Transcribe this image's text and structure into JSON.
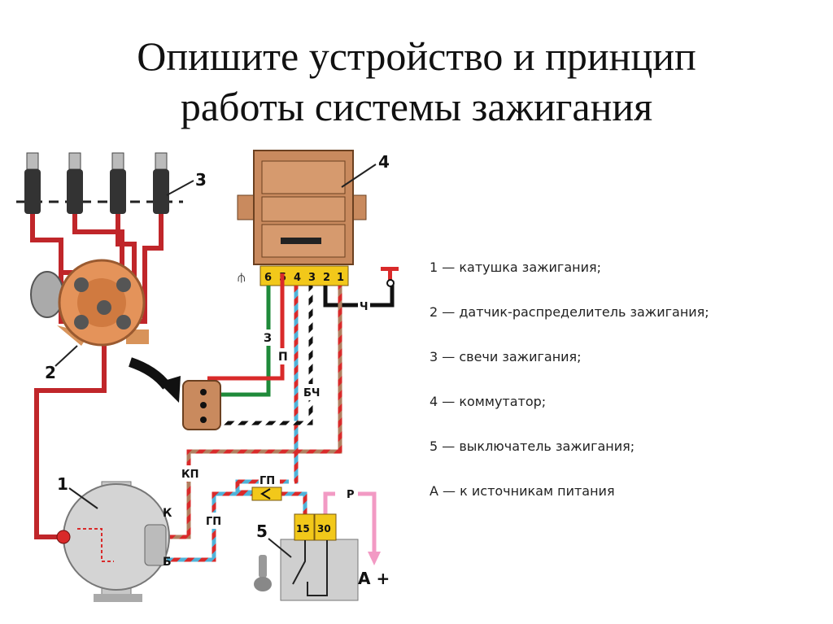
{
  "title": {
    "line1": "Опишите устройство и принцип",
    "line2": "работы системы зажигания"
  },
  "legend": [
    "1 — катушка зажигания;",
    "2 — датчик-распределитель зажигания;",
    "3 — свечи зажигания;",
    "4 — коммутатор;",
    "5 — выключатель зажигания;",
    "А — к источникам питания"
  ],
  "diagram": {
    "callouts": {
      "coil": "1",
      "distributor": "2",
      "plugs": "3",
      "commutator": "4",
      "switch": "5"
    },
    "commutator_pins": [
      "6",
      "5",
      "4",
      "3",
      "2",
      "1"
    ],
    "wire_labels": {
      "green": "З",
      "red": "П",
      "black_white": "БЧ",
      "black": "Ч",
      "red_brown": "КП",
      "blue_red_top": "ГП",
      "blue_red_left": "ГП",
      "pink": "Р"
    },
    "coil_terminals": {
      "k": "К",
      "b": "Б"
    },
    "switch_terminals": [
      "15",
      "30"
    ],
    "power": "А +"
  },
  "colors": {
    "brown": "#c98a5e",
    "yellow": "#f2c81a",
    "red": "#d92a2a",
    "green": "#1f8a3a",
    "blue": "#4fb3d9",
    "pink": "#f29ac4",
    "gray": "#c8c8c8"
  }
}
